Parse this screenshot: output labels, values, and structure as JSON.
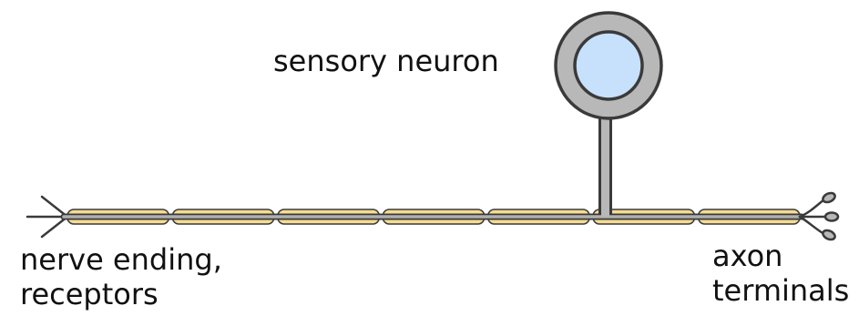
{
  "labels": {
    "soma": "sensory neuron",
    "nerve_ending": [
      "nerve ending,",
      "receptors"
    ],
    "axon_terminals": [
      "axon",
      "terminals"
    ]
  },
  "colors": {
    "soma_ring": "#b8b8b8",
    "nucleus": "#c7e0fb",
    "axon": "#a9a9a9",
    "myelin": "#f5dc92",
    "outline": "#3a3a3a"
  },
  "structure": {
    "myelin_segments": 7,
    "receptor_branches": 3,
    "axon_terminal_knobs": 3
  }
}
